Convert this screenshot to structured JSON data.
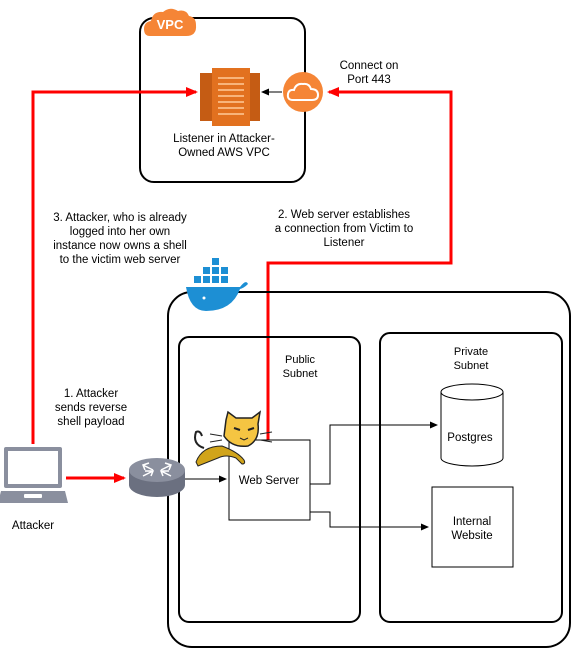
{
  "vpc": {
    "badge": "VPC",
    "listener_line1": "Listener in Attacker-",
    "listener_line2": "Owned AWS VPC"
  },
  "annotations": {
    "connect_line1": "Connect on",
    "connect_line2": "Port 443",
    "step2_line1": "2. Web server establishes",
    "step2_line2": "a connection from Victim to",
    "step2_line3": "Listener",
    "step3_line1": "3. Attacker, who is already",
    "step3_line2": "logged into her own",
    "step3_line3": "instance now owns a shell",
    "step3_line4": "to the victim web server",
    "step1_line1": "1. Attacker",
    "step1_line2": "sends reverse",
    "step1_line3": "shell payload"
  },
  "public_subnet": {
    "line1": "Public",
    "line2": "Subnet"
  },
  "private_subnet": {
    "line1": "Private",
    "line2": "Subnet"
  },
  "nodes": {
    "web_server": "Web Server",
    "postgres": "Postgres",
    "internal_line1": "Internal",
    "internal_line2": "Website",
    "attacker": "Attacker"
  },
  "colors": {
    "attack_path": "#ff0000",
    "aws_orange": "#f58536",
    "docker_blue": "#1d8fd4",
    "router_gray": "#757a8a"
  }
}
